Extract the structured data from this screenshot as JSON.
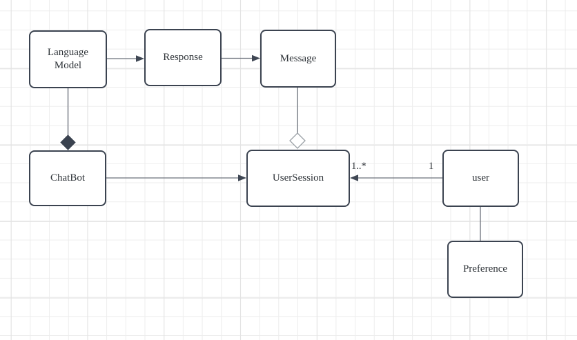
{
  "diagram": {
    "nodes": [
      {
        "id": "language-model",
        "label": "Language Model"
      },
      {
        "id": "response",
        "label": "Response"
      },
      {
        "id": "message",
        "label": "Message"
      },
      {
        "id": "chatbot",
        "label": "ChatBot"
      },
      {
        "id": "usersession",
        "label": "UserSession"
      },
      {
        "id": "user",
        "label": "user"
      },
      {
        "id": "preference",
        "label": "Preference"
      }
    ],
    "edges": {
      "language_model_to_response": {
        "type": "directed-arrow"
      },
      "response_to_message": {
        "type": "directed-arrow"
      },
      "language_model_to_chatbot": {
        "type": "composition",
        "diamond": "filled"
      },
      "message_to_usersession": {
        "type": "aggregation",
        "diamond": "hollow"
      },
      "chatbot_to_usersession": {
        "type": "directed-arrow"
      },
      "user_to_usersession": {
        "type": "directed-arrow",
        "target_multiplicity": "1..*",
        "source_multiplicity": "1"
      },
      "user_to_preference": {
        "type": "plain-line"
      }
    },
    "colors": {
      "node_border": "#3b4350",
      "node_fill": "#ffffff",
      "connector": "#6b707b",
      "arrowhead": "#3f4754",
      "composition_diamond": "#3a424f",
      "aggregation_diamond_stroke": "#9aa0a6",
      "text": "#2e3338",
      "grid_minor": "#ededed",
      "grid_major": "#e2e2e2",
      "background": "#ffffff"
    }
  }
}
